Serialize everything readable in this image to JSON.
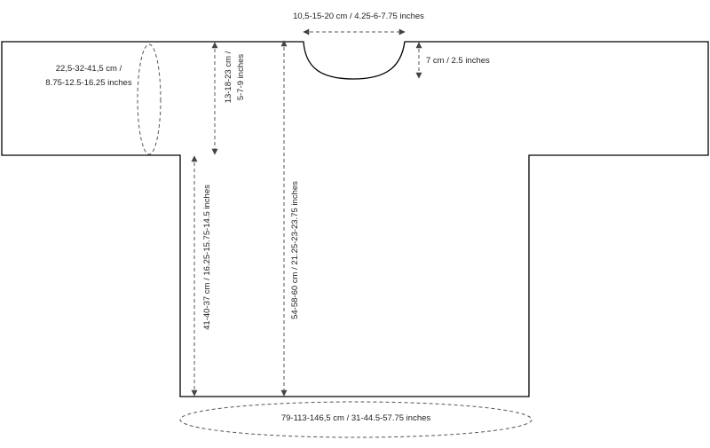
{
  "labels": {
    "neck_width": "10,5-15-20 cm / 4.25-6-7.75 inches",
    "neck_depth": "7 cm / 2.5 inches",
    "sleeve_circumference_cm": "22,5-32-41,5 cm /",
    "sleeve_circumference_in": "8.75-12.5-16.25 inches",
    "sleeve_width_cm": "13-18-23 cm /",
    "sleeve_width_in": "5-7-9 inches",
    "body_length_below_sleeve": "41-40-37 cm / 16.25-15.75-14.5 inches",
    "total_length": "54-58-60 cm / 21.25-23-23.75 inches",
    "hem_circumference": "79-113-146,5 cm / 31-44.5-57.75 inches"
  }
}
